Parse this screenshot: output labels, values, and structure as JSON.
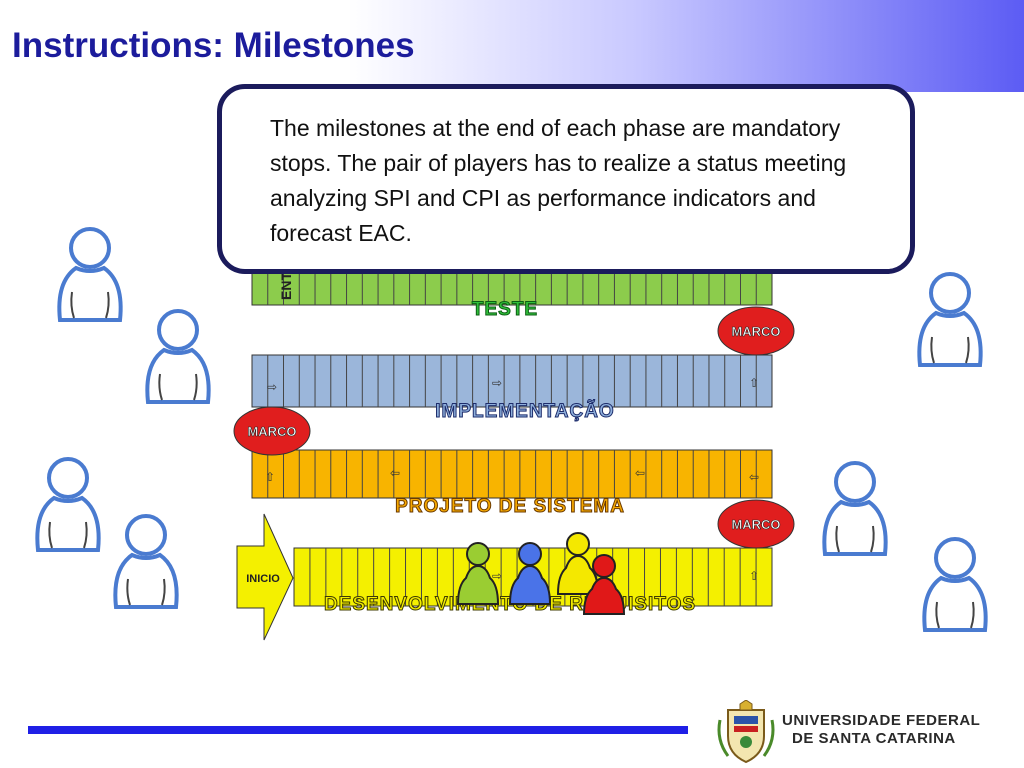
{
  "slide": {
    "title": "Instructions: Milestones",
    "callout_text": "The milestones at the end of each phase are mandatory stops. The pair of players has to realize a status meeting analyzing SPI and CPI as performance indicators and forecast EAC."
  },
  "board": {
    "phases": [
      {
        "label": "TESTE",
        "color": "#8ccc4c"
      },
      {
        "label": "IMPLEMENTAÇÃO",
        "color": "#9bb6da"
      },
      {
        "label": "PROJETO DE SISTEMA",
        "color": "#f8b400"
      },
      {
        "label": "DESENVOLVIMENTO DE REQUISITOS",
        "color": "#f4f000"
      }
    ],
    "milestone_label": "MARCO",
    "start_label": "INICIO",
    "end_label": "ENT",
    "milestone_color": "#e01e1e",
    "arrow_glyphs": {
      "right": "⇨",
      "up": "⇧",
      "left": "⇦"
    }
  },
  "players": [
    {
      "name": "green pawn",
      "color": "#9acd32"
    },
    {
      "name": "blue pawn",
      "color": "#4a73e8"
    },
    {
      "name": "yellow pawn",
      "color": "#f4e800"
    },
    {
      "name": "red pawn",
      "color": "#e01818"
    }
  ],
  "footer": {
    "logo_line1": "UNIVERSIDADE FEDERAL",
    "logo_line2": "DE SANTA CATARINA"
  }
}
